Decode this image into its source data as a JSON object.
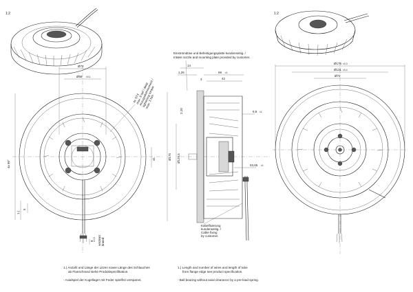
{
  "scales": {
    "top_left": "1:2",
    "top_right": "1:2"
  },
  "dimensions": {
    "front": {
      "d72": "Ø72",
      "d58": "Ø58",
      "d58_tol": "±0,1",
      "ps_angle": "4x 90°",
      "screw_note": [
        "4x ST4",
        "max. 8 tief / deep",
        "Anzugsdrehmoment /",
        "tightening torque",
        "max. 3 Nm"
      ],
      "dim_1": "1.)",
      "dim_5": "5",
      "dim_8": "8",
      "dim_8_tol": "±0,5",
      "dim_41": "41",
      "wire_end": [
        "verzinnt",
        "tinned"
      ]
    },
    "side": {
      "intake_note": [
        "Einströmdüse und Befestigungsplatte kundenseitig. /",
        "Intake nozzle and mounting plate provided by customer."
      ],
      "d14": "14",
      "d126": "1,26",
      "d69": "69",
      "d69_tol": "±1",
      "d42": "42",
      "d3": "3",
      "d210": "2,10",
      "d68": "6,8",
      "d68_tol": "±1",
      "phi175": "Ø175",
      "phi129": "Ø129,5",
      "d5385": "53,65",
      "d5385_tol": "±1",
      "cable_note": [
        "Kabelfixierung",
        "kundenseitig. /",
        "Cable fixing",
        "by customer."
      ]
    },
    "back": {
      "d175": "Ø175",
      "d175_tol": "±0,3",
      "d131": "Ø131",
      "d131_tol": "±0,4",
      "d72": "Ø72"
    }
  },
  "notes": {
    "de_1": "1.) Anzahl und Länge der Litzen sowie Länge des Schlauches",
    "de_2": "ab Flanschrand siehe Produktspezifikation.",
    "de_3": "- Axialspiel der Kugellager mit Feder spielfrei verspannt.",
    "en_1": "1.) Length and number of wires and length of tube",
    "en_2": "from flange edge see product specification.",
    "en_3": "- Ball bearing without axial clearance by a pre-load spring."
  }
}
